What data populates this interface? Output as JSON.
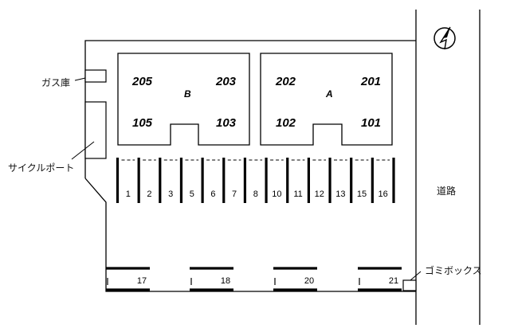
{
  "labels": {
    "gas_storage": "ガス庫",
    "bicycle_port": "サイクルポート",
    "road": "道路",
    "garbage_box": "ゴミボックス"
  },
  "buildings": [
    {
      "name": "B",
      "rooms": {
        "top_left": "205",
        "top_right": "203",
        "bottom_left": "105",
        "bottom_right": "103"
      }
    },
    {
      "name": "A",
      "rooms": {
        "top_left": "202",
        "top_right": "201",
        "bottom_left": "102",
        "bottom_right": "101"
      }
    }
  ],
  "parking_upper": [
    "1",
    "2",
    "3",
    "5",
    "6",
    "7",
    "8",
    "10",
    "11",
    "12",
    "13",
    "15",
    "16"
  ],
  "parking_lower": [
    "17",
    "18",
    "20",
    "21"
  ],
  "compass_icon": "north-arrow-icon"
}
